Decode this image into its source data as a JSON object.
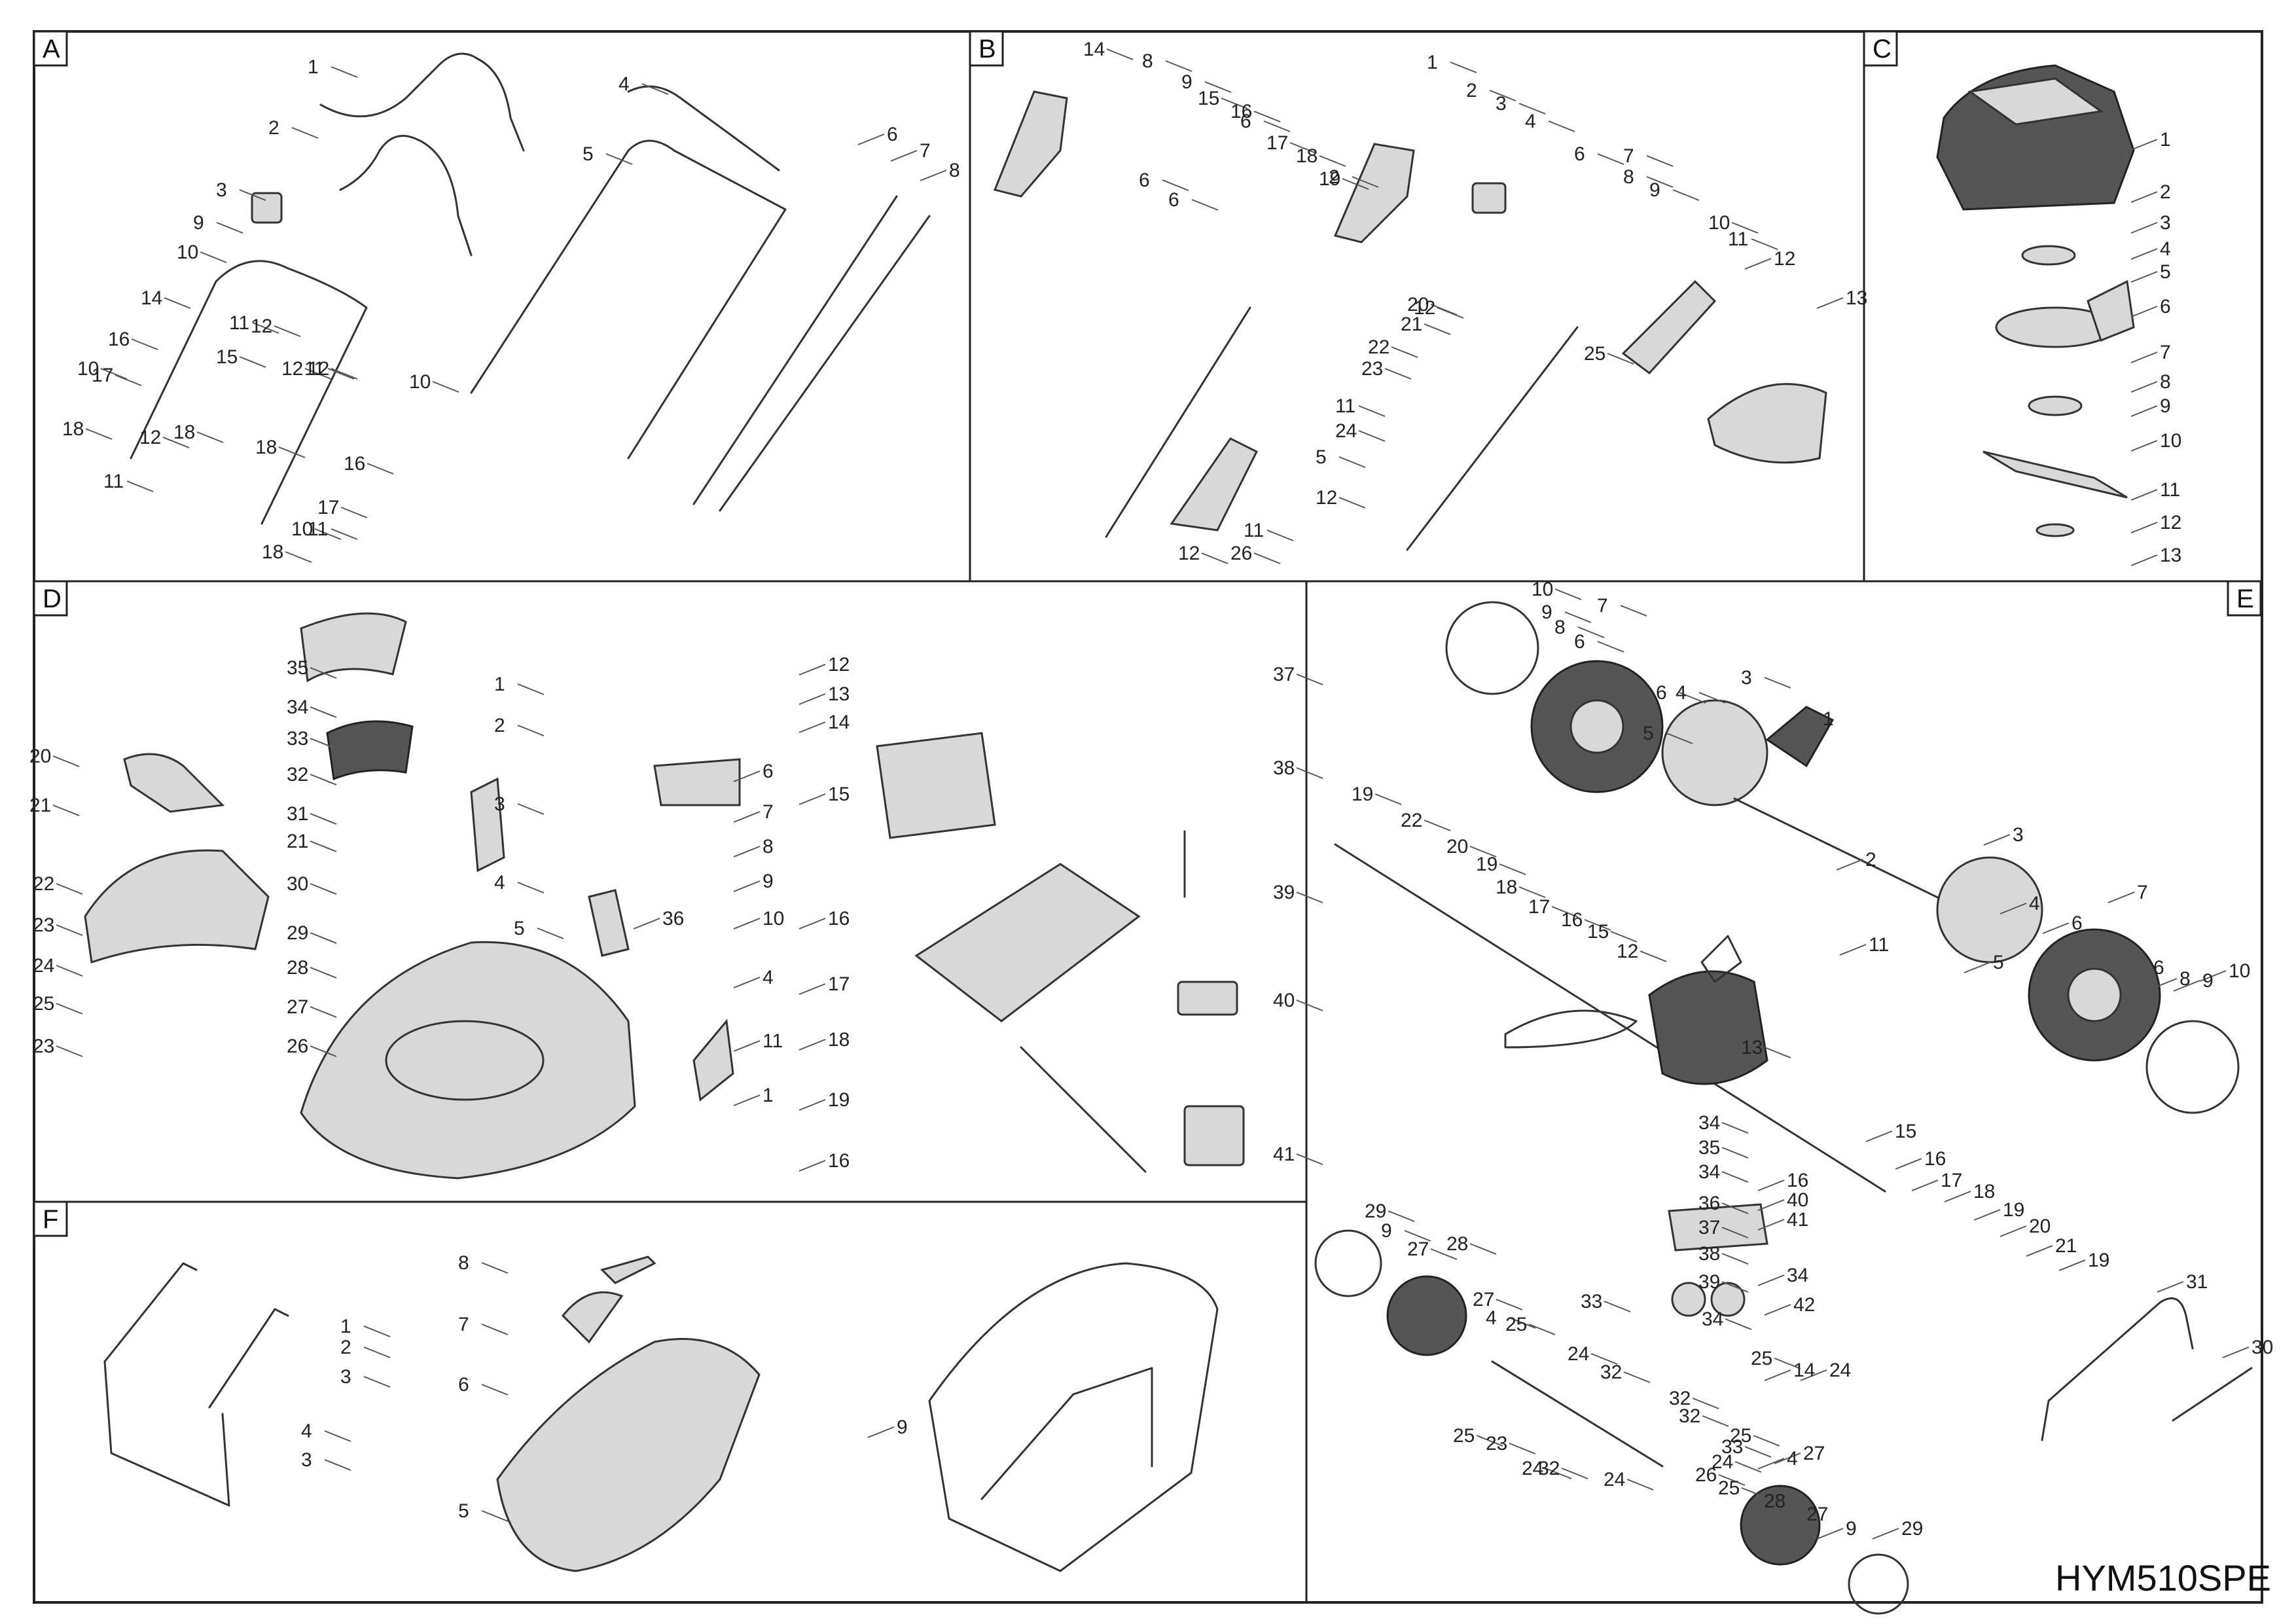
{
  "sections": [
    {
      "id": "A",
      "letter": "A",
      "callouts": [
        "1",
        "2",
        "3",
        "4",
        "5",
        "6",
        "7",
        "8",
        "9",
        "10",
        "10",
        "10",
        "10",
        "11",
        "11",
        "11",
        "11",
        "12",
        "12",
        "12",
        "12",
        "14",
        "15",
        "16",
        "16",
        "17",
        "17",
        "18",
        "18",
        "18",
        "18"
      ]
    },
    {
      "id": "B",
      "letter": "B",
      "callouts": [
        "14",
        "8",
        "9",
        "15",
        "16",
        "6",
        "6",
        "6",
        "17",
        "18",
        "19",
        "2",
        "1",
        "2",
        "3",
        "4",
        "6",
        "7",
        "8",
        "9",
        "10",
        "11",
        "12",
        "13",
        "12",
        "20",
        "21",
        "22",
        "23",
        "11",
        "24",
        "25",
        "5",
        "12",
        "11",
        "26",
        "12"
      ]
    },
    {
      "id": "C",
      "letter": "C",
      "callouts": [
        "1",
        "2",
        "3",
        "4",
        "5",
        "6",
        "7",
        "8",
        "9",
        "10",
        "11",
        "12",
        "13"
      ]
    },
    {
      "id": "D",
      "letter": "D",
      "callouts": [
        "35",
        "1",
        "34",
        "2",
        "33",
        "32",
        "3",
        "31",
        "21",
        "20",
        "21",
        "22",
        "23",
        "24",
        "25",
        "23",
        "30",
        "4",
        "29",
        "5",
        "28",
        "27",
        "26",
        "36",
        "6",
        "7",
        "8",
        "9",
        "10",
        "4",
        "11",
        "1",
        "12",
        "13",
        "14",
        "15",
        "16",
        "17",
        "18",
        "19",
        "16",
        "37",
        "38",
        "39",
        "40",
        "41"
      ]
    },
    {
      "id": "E",
      "letter": "E",
      "callouts": [
        "10",
        "9",
        "8",
        "6",
        "7",
        "6",
        "4",
        "5",
        "3",
        "1",
        "19",
        "22",
        "20",
        "19",
        "18",
        "17",
        "16",
        "15",
        "12",
        "2",
        "3",
        "11",
        "4",
        "5",
        "6",
        "7",
        "6",
        "8",
        "9",
        "10",
        "13",
        "34",
        "35",
        "34",
        "36",
        "37",
        "38",
        "39",
        "34",
        "16",
        "40",
        "41",
        "34",
        "42",
        "14",
        "24",
        "25",
        "15",
        "16",
        "17",
        "18",
        "19",
        "20",
        "21",
        "19",
        "31",
        "30",
        "29",
        "9",
        "27",
        "28",
        "27",
        "4",
        "25",
        "33",
        "24",
        "32",
        "25",
        "24",
        "32",
        "32",
        "23",
        "32",
        "24",
        "26",
        "25",
        "24",
        "33",
        "25",
        "4",
        "27",
        "28",
        "27",
        "9",
        "29"
      ]
    },
    {
      "id": "F",
      "letter": "F",
      "callouts": [
        "1",
        "2",
        "3",
        "4",
        "3",
        "8",
        "7",
        "6",
        "5",
        "9"
      ]
    }
  ],
  "model_code": "HYM510SPE"
}
